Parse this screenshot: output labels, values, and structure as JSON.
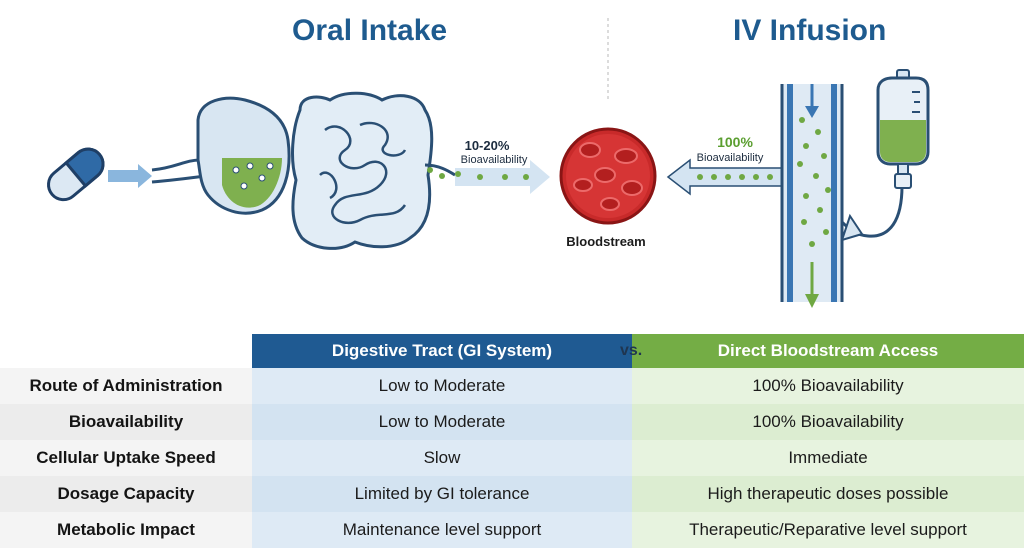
{
  "headings": {
    "oral": "Oral Intake",
    "iv": "IV Infusion"
  },
  "labels": {
    "oral_percent": "10-20%",
    "oral_bio": "Bioavailability",
    "iv_percent": "100%",
    "iv_bio": "Bioavailability",
    "bloodstream": "Bloodstream"
  },
  "table": {
    "header_gi": "Digestive Tract (GI System)",
    "header_vs": "vs.",
    "header_direct": "Direct Bloodstream Access",
    "rows": [
      {
        "label": "Route of Administration",
        "gi": "Low to Moderate",
        "direct": "100% Bioavailability"
      },
      {
        "label": "Bioavailability",
        "gi": "Low to Moderate",
        "direct": "100% Bioavailability"
      },
      {
        "label": "Cellular Uptake Speed",
        "gi": "Slow",
        "direct": "Immediate"
      },
      {
        "label": "Dosage Capacity",
        "gi": "Limited by GI tolerance",
        "direct": "High therapeutic doses possible"
      },
      {
        "label": "Metabolic Impact",
        "gi": "Maintenance level support",
        "direct": "Therapeutic/Reparative level support"
      }
    ]
  },
  "colors": {
    "title_blue": "#1e5b8f",
    "header_blue": "#1f5a92",
    "header_green": "#74ad45",
    "percent_green": "#5a9e2f",
    "blood_red": "#c62828"
  }
}
